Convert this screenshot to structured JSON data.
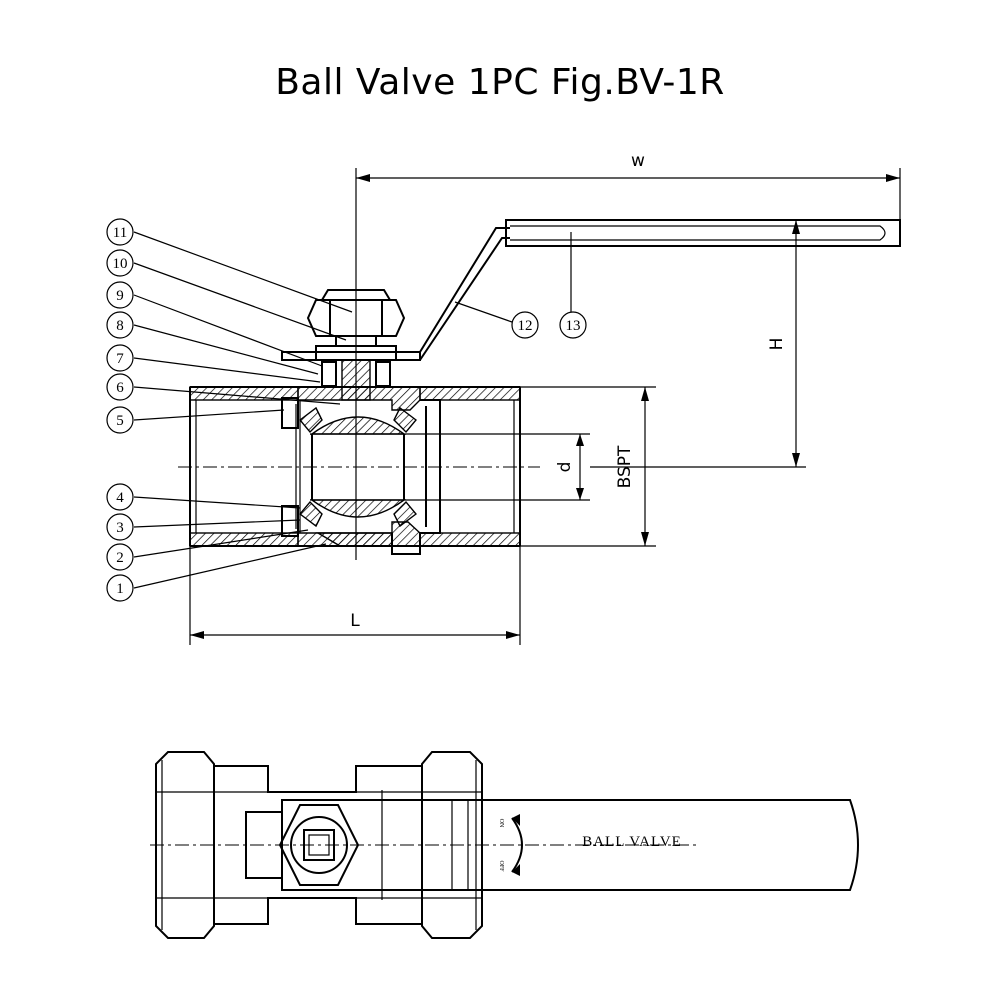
{
  "title": "Ball Valve 1PC Fig.BV-1R",
  "dimensions": {
    "w": "w",
    "h": "H",
    "l": "L",
    "d": "d",
    "bspt": "BSPT"
  },
  "callouts": [
    "1",
    "2",
    "3",
    "4",
    "5",
    "6",
    "7",
    "8",
    "9",
    "10",
    "11",
    "12",
    "13"
  ],
  "handle_text": "BALL VALVE",
  "handle_marks": {
    "on": "ON",
    "off": "OFF"
  }
}
